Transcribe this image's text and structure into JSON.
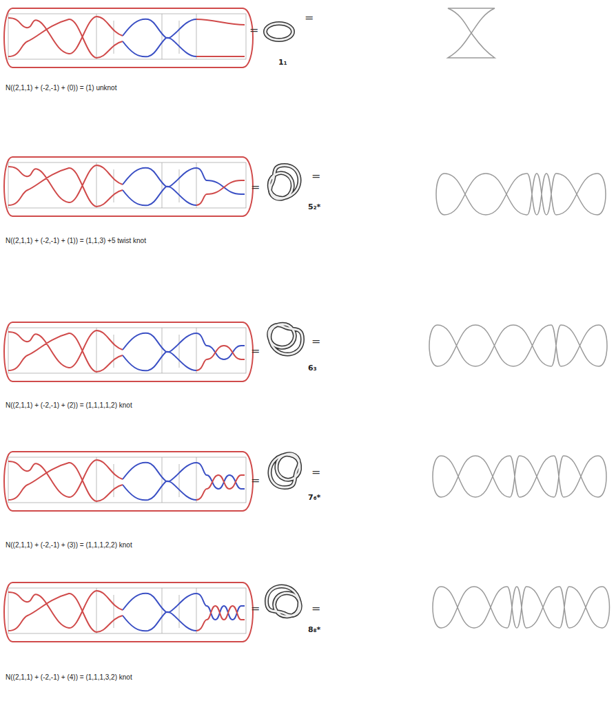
{
  "diagram": {
    "labels": [
      "=",
      "=",
      "1₁",
      "N((2,1,1) + (-2,-1) + (0)) = (1) unknot",
      "=",
      "=",
      "5₂*",
      "N((2,1,1) + (-2,-1) + (1)) = (1,1,3) +5 twist knot",
      "=",
      "=",
      "6₃",
      "N((2,1,1) + (-2,-1) + (2)) = (1,1,1,1,2) knot",
      "=",
      "=",
      "7₆*",
      "N((2,1,1) + (-2,-1) + (3)) = (1,1,1,2,2) knot",
      "=",
      "=",
      "8₈*",
      "N((2,1,1) + (-2,-1) + (4)) = (1,1,1,3,2) knot"
    ]
  }
}
